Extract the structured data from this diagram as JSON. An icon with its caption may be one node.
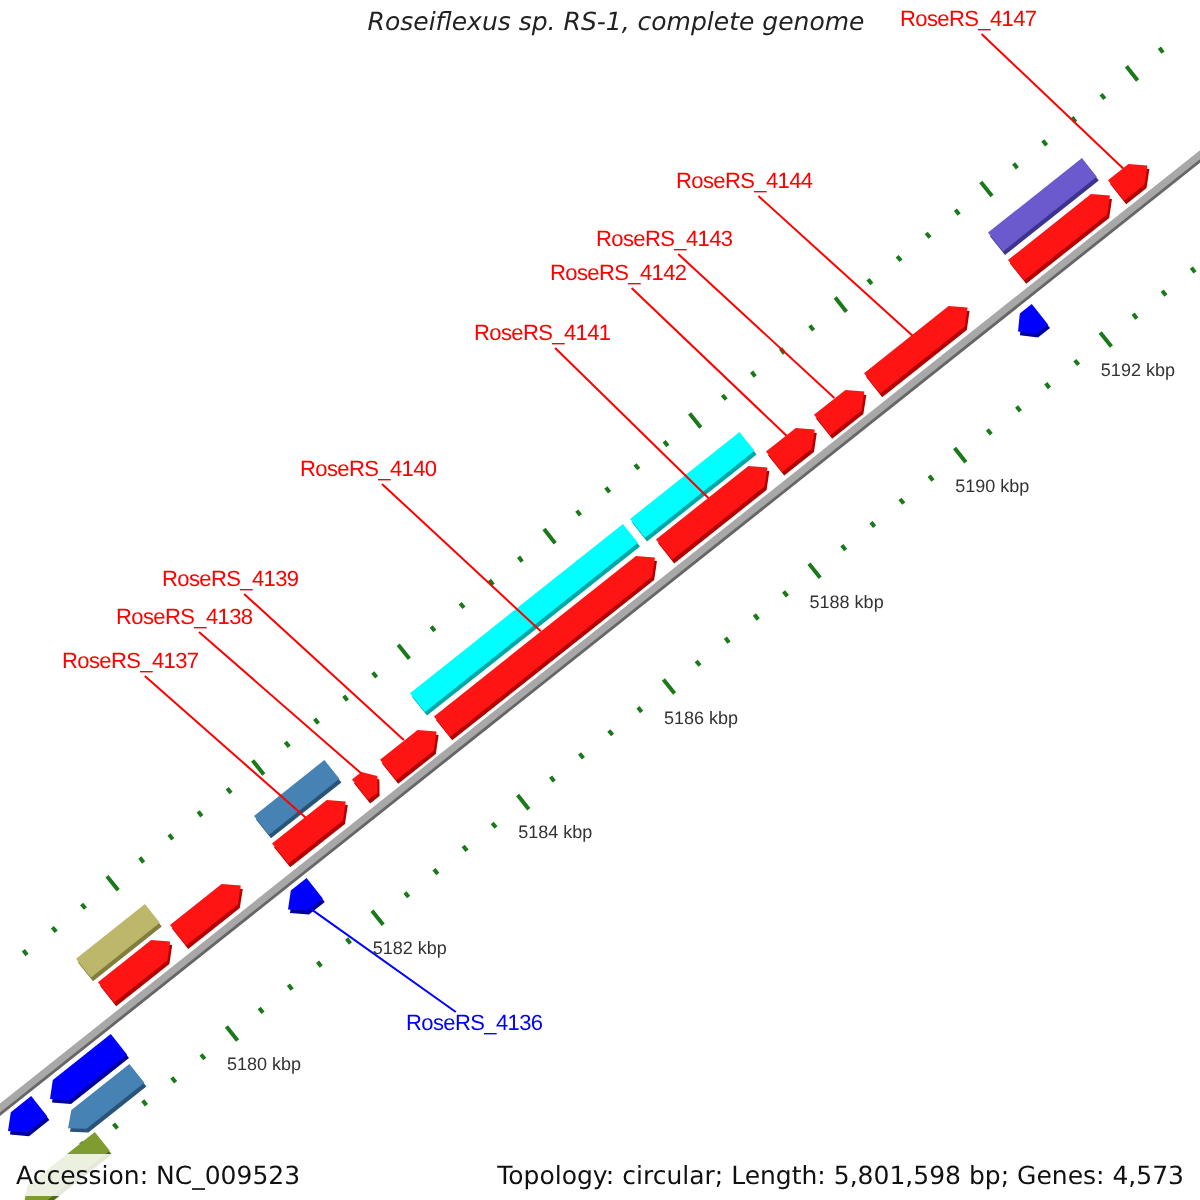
{
  "diagram": {
    "title": "Roseiflexus sp. RS-1, complete genome",
    "nodes": [
      {
        "text": [
          "RoseRS_4147"
        ]
      },
      {
        "text": [
          "RoseRS_4144"
        ]
      },
      {
        "text": [
          "RoseRS_4143"
        ]
      },
      {
        "text": [
          "RoseRS_4142"
        ]
      },
      {
        "text": [
          "RoseRS_4141"
        ]
      },
      {
        "text": [
          "RoseRS_4140"
        ]
      },
      {
        "text": [
          "RoseRS_4139"
        ]
      },
      {
        "text": [
          "RoseRS_4138"
        ]
      },
      {
        "text": [
          "RoseRS_4137"
        ]
      },
      {
        "text": [
          "RoseRS_4136"
        ]
      },
      {
        "text": [],
        "shape": "arrow"
      },
      {
        "text": [],
        "shape": "arrow"
      },
      {
        "text": [],
        "shape": "arrow"
      },
      {
        "text": [],
        "shape": "arrow"
      },
      {
        "text": [],
        "shape": "bar"
      },
      {
        "text": [],
        "shape": "arrow"
      },
      {
        "text": [],
        "shape": "arrow"
      },
      {
        "text": [],
        "shape": "bar"
      },
      {
        "text": [],
        "shape": "arrow"
      },
      {
        "text": [],
        "shape": "arrow"
      },
      {
        "text": [],
        "shape": "arrow"
      },
      {
        "text": [],
        "shape": "arrow"
      },
      {
        "text": [],
        "shape": "bar"
      },
      {
        "text": [],
        "shape": "arrow"
      },
      {
        "text": [],
        "shape": "bar"
      },
      {
        "text": [],
        "shape": "arrow"
      },
      {
        "text": [],
        "shape": "arrow"
      },
      {
        "text": [],
        "shape": "arrow"
      },
      {
        "text": [],
        "shape": "arrow"
      },
      {
        "text": [],
        "shape": "bar"
      },
      {
        "text": [],
        "shape": "arrow"
      },
      {
        "text": [],
        "shape": "arrow"
      },
      {
        "text": [],
        "shape": "arrow"
      }
    ],
    "edges": [
      {
        "from": 0,
        "to": 32,
        "arrow": "none"
      },
      {
        "from": 1,
        "to": 28,
        "arrow": "none"
      },
      {
        "from": 2,
        "to": 27,
        "arrow": "none"
      },
      {
        "from": 3,
        "to": 26,
        "arrow": "none"
      },
      {
        "from": 4,
        "to": 25,
        "arrow": "none"
      },
      {
        "from": 5,
        "to": 23,
        "arrow": "none"
      },
      {
        "from": 6,
        "to": 21,
        "arrow": "none"
      },
      {
        "from": 7,
        "to": 20,
        "arrow": "none"
      },
      {
        "from": 8,
        "to": 18,
        "arrow": "none"
      },
      {
        "from": 9,
        "to": 19,
        "arrow": "none",
        "color": "#0000ff"
      }
    ],
    "labels": [
      "5192 kbp",
      "5190 kbp",
      "5188 kbp",
      "5186 kbp",
      "5184 kbp",
      "5182 kbp",
      "5180 kbp",
      "Accession: NC_009523",
      "Topology: circular; Length: 5,801,598 bp; Genes: 4,573"
    ]
  }
}
